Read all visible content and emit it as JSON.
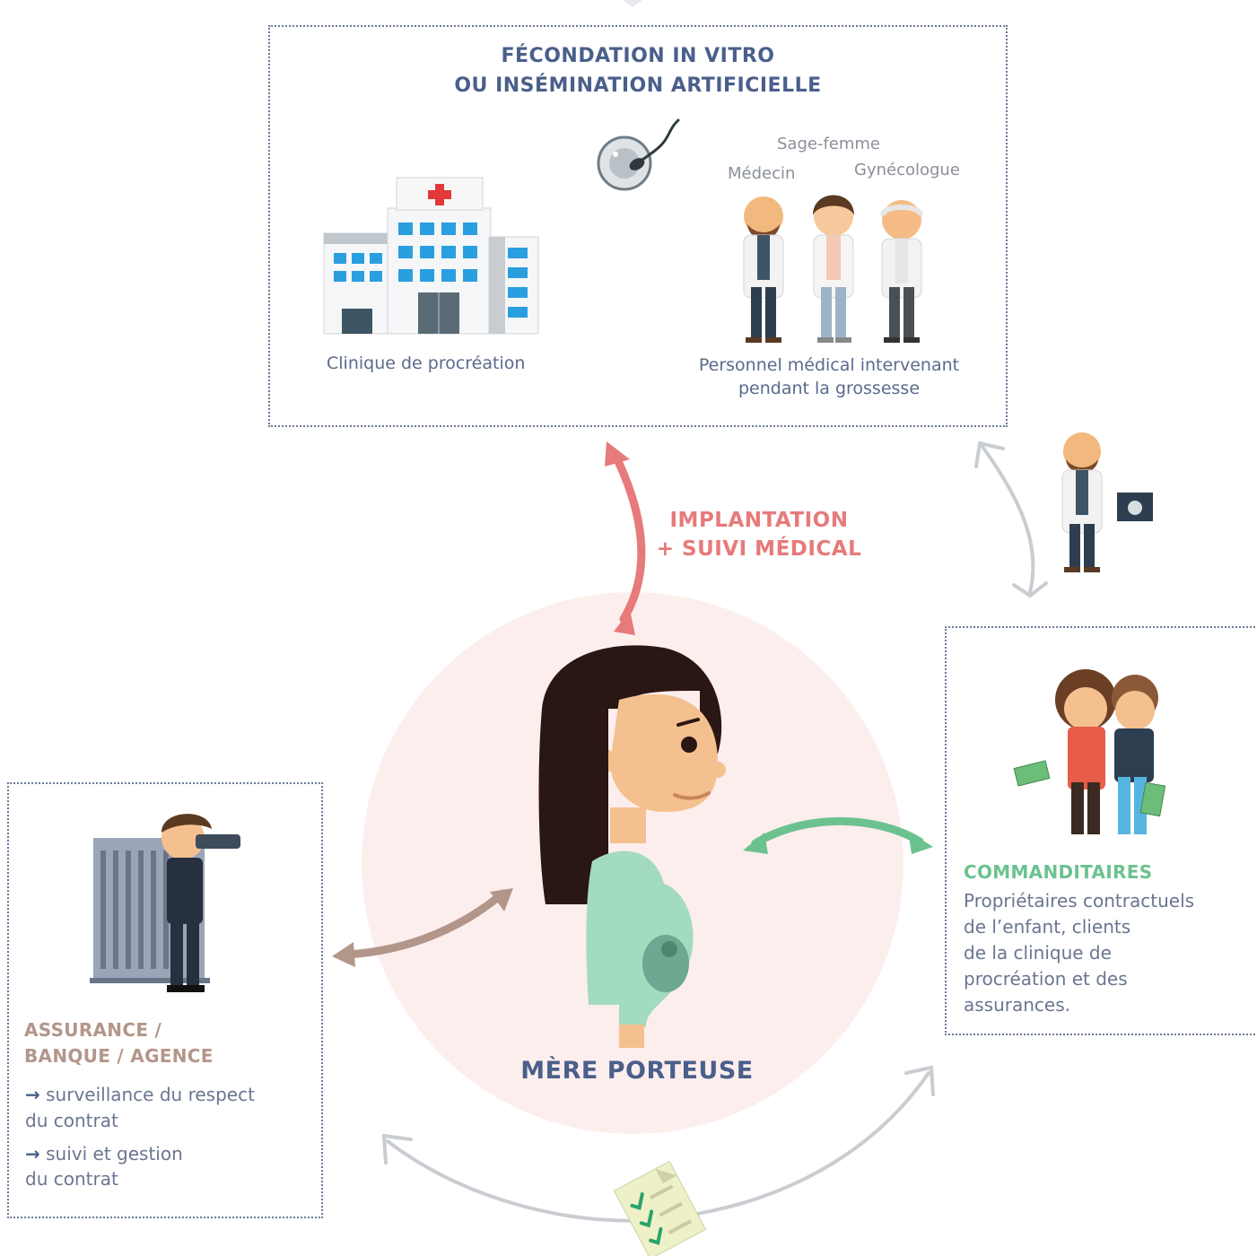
{
  "top_box": {
    "title_line1": "FÉCONDATION IN VITRO",
    "title_line2": "OU INSÉMINATION ARTIFICIELLE",
    "clinic_label": "Clinique de procréation",
    "role_sage_femme": "Sage-femme",
    "role_medecin": "Médecin",
    "role_gynecologue": "Gynécologue",
    "staff_label_line1": "Personnel médical intervenant",
    "staff_label_line2": "pendant la grossesse"
  },
  "implantation": {
    "line1": "IMPLANTATION",
    "line2": "+ SUIVI MÉDICAL"
  },
  "center": {
    "label": "MÈRE PORTEUSE"
  },
  "commanditaires": {
    "title": "COMMANDITAIRES",
    "line1": "Propriétaires contractuels",
    "line2": "de l’enfant, clients",
    "line3": "de la clinique de",
    "line4": "procréation et des",
    "line5": "assurances."
  },
  "assurance": {
    "title_line1": "ASSURANCE /",
    "title_line2": "BANQUE / AGENCE",
    "item1_line1": "surveillance du respect",
    "item1_line2": "du contrat",
    "item2_line1": "suivi et gestion",
    "item2_line2": "du contrat"
  },
  "colors": {
    "accent_blue": "#4a5f8a",
    "implantation_red": "#e77a7a",
    "assurance_tan": "#b3968a",
    "commanditaires_green": "#6cc28f",
    "circle_pink": "#fdeeee"
  }
}
